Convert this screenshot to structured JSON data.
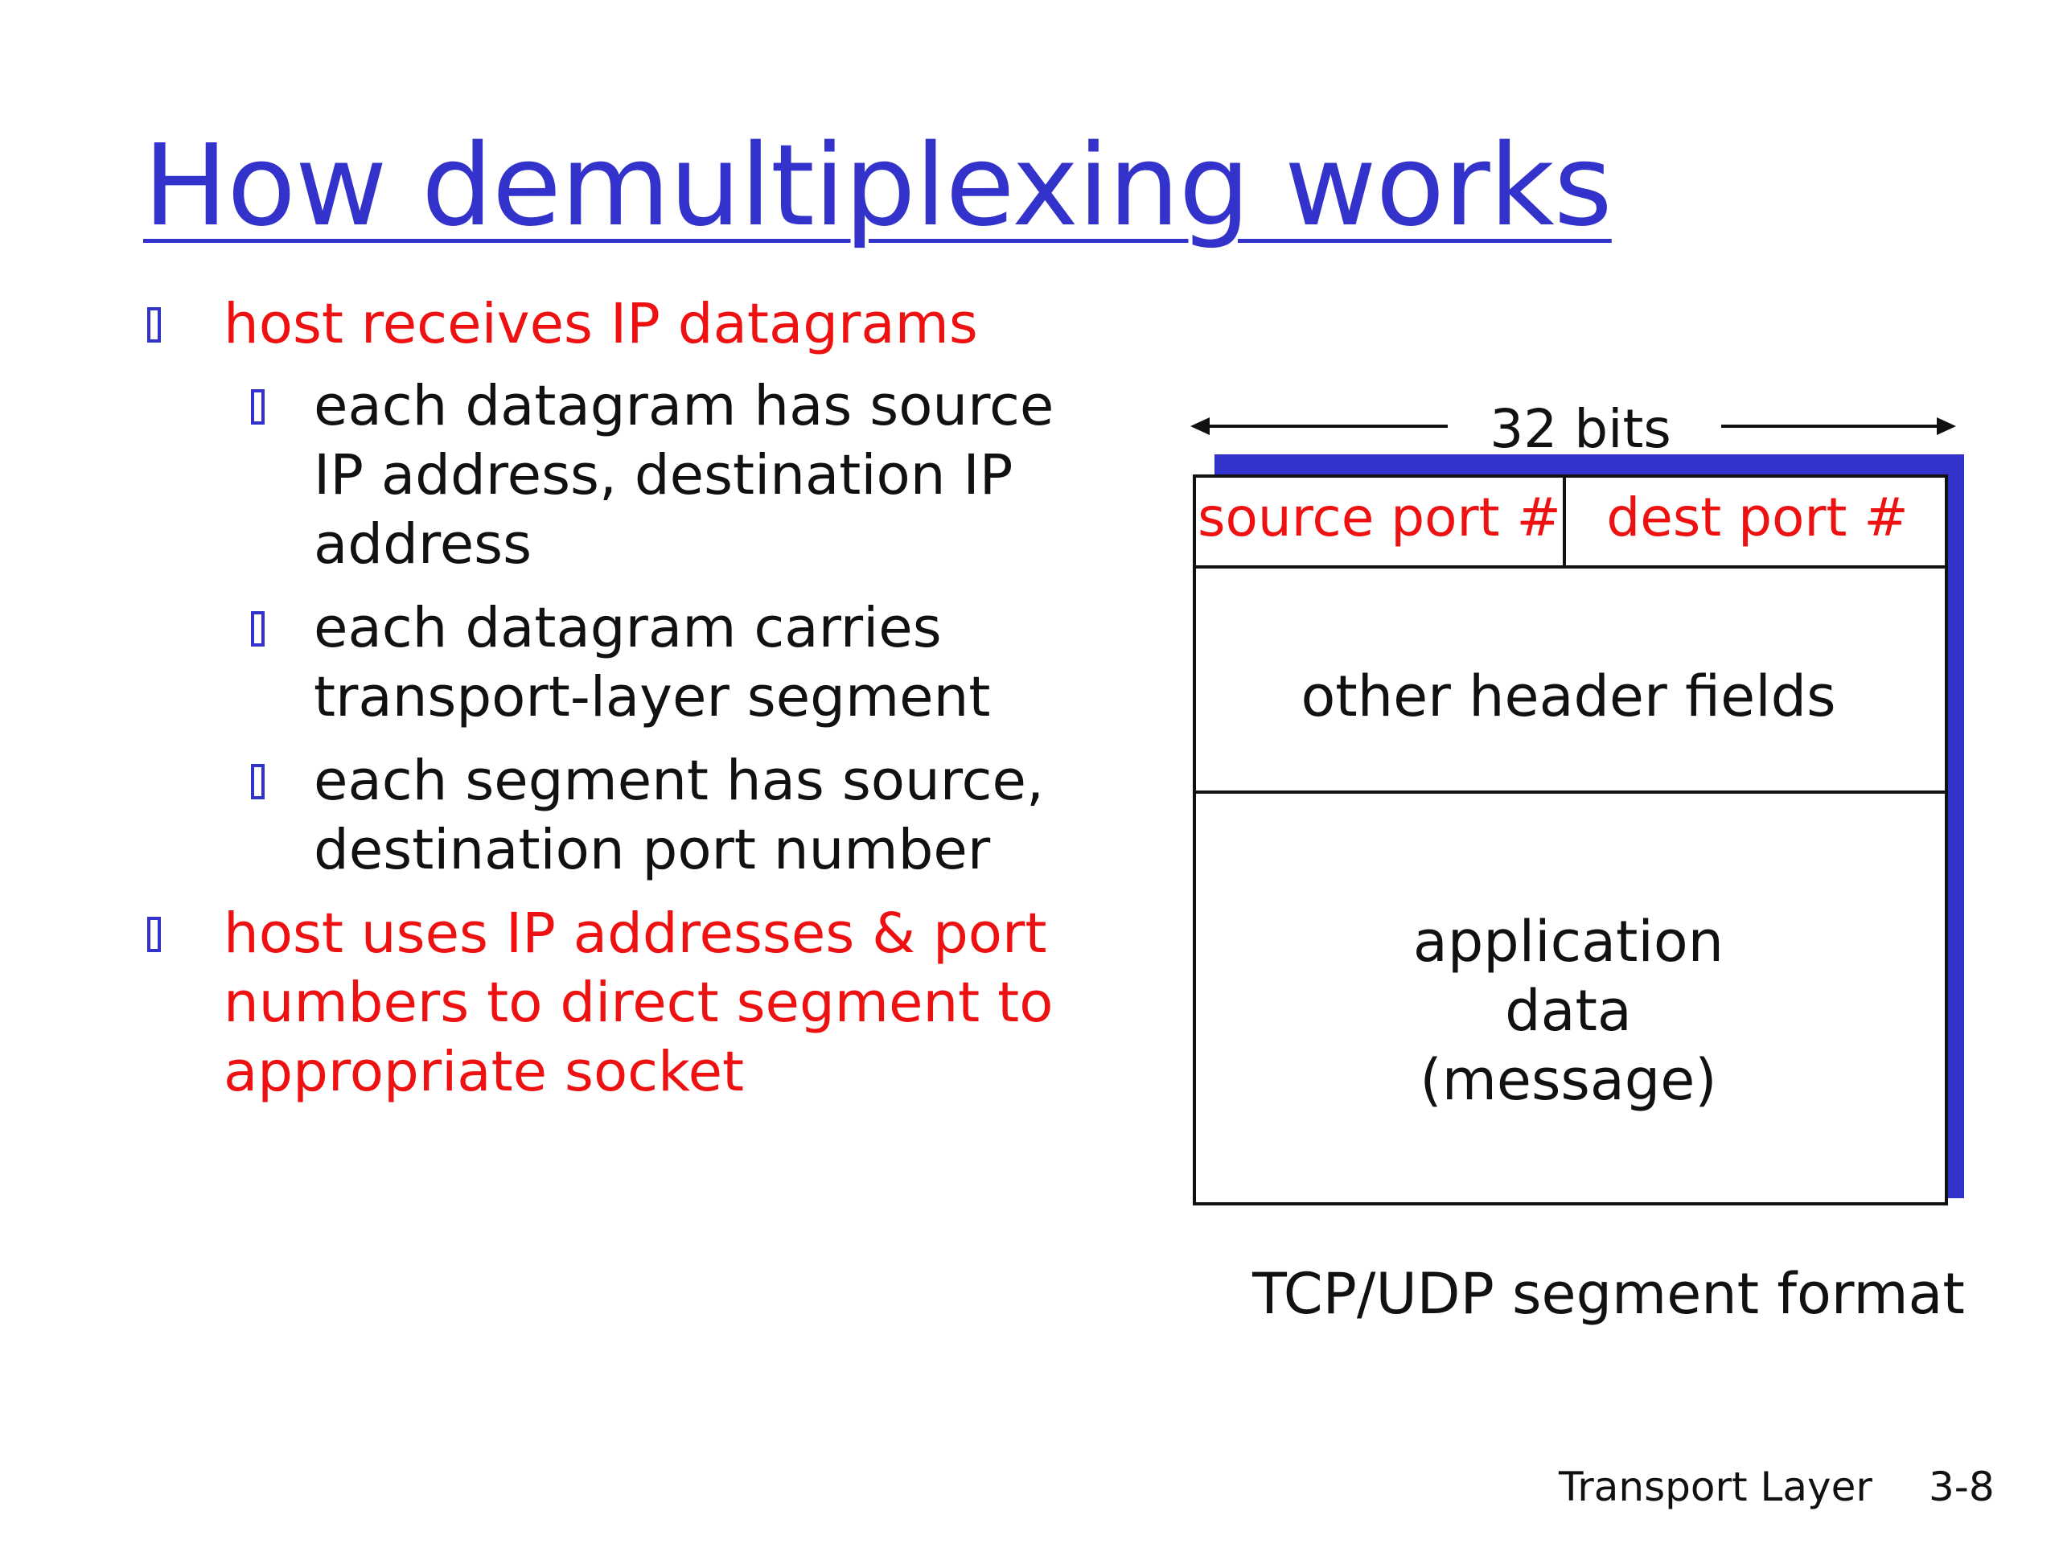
{
  "slide": {
    "title": "How demultiplexing works"
  },
  "bullets": [
    {
      "text": "host receives IP datagrams"
    },
    {
      "lines": [
        "each datagram has source",
        "IP address, destination IP",
        "address"
      ]
    },
    {
      "lines": [
        "each datagram carries",
        "transport-layer segment"
      ]
    },
    {
      "lines": [
        "each segment has source,",
        "destination port number"
      ]
    },
    {
      "lines": [
        "host uses IP addresses & port",
        "numbers to direct segment to",
        "appropriate socket"
      ]
    }
  ],
  "diagram": {
    "width_label": "32 bits",
    "source_port": "source port #",
    "dest_port": "dest port #",
    "other_header": "other header fields",
    "payload_lines": [
      "application",
      "data",
      "(message)"
    ],
    "caption": "TCP/UDP segment format",
    "shadow_color": "#3333cc"
  },
  "footer": {
    "section": "Transport Layer",
    "page": "3-8"
  },
  "colors": {
    "title": "#3333cc",
    "highlight": "#ee1111",
    "text": "#111111"
  }
}
